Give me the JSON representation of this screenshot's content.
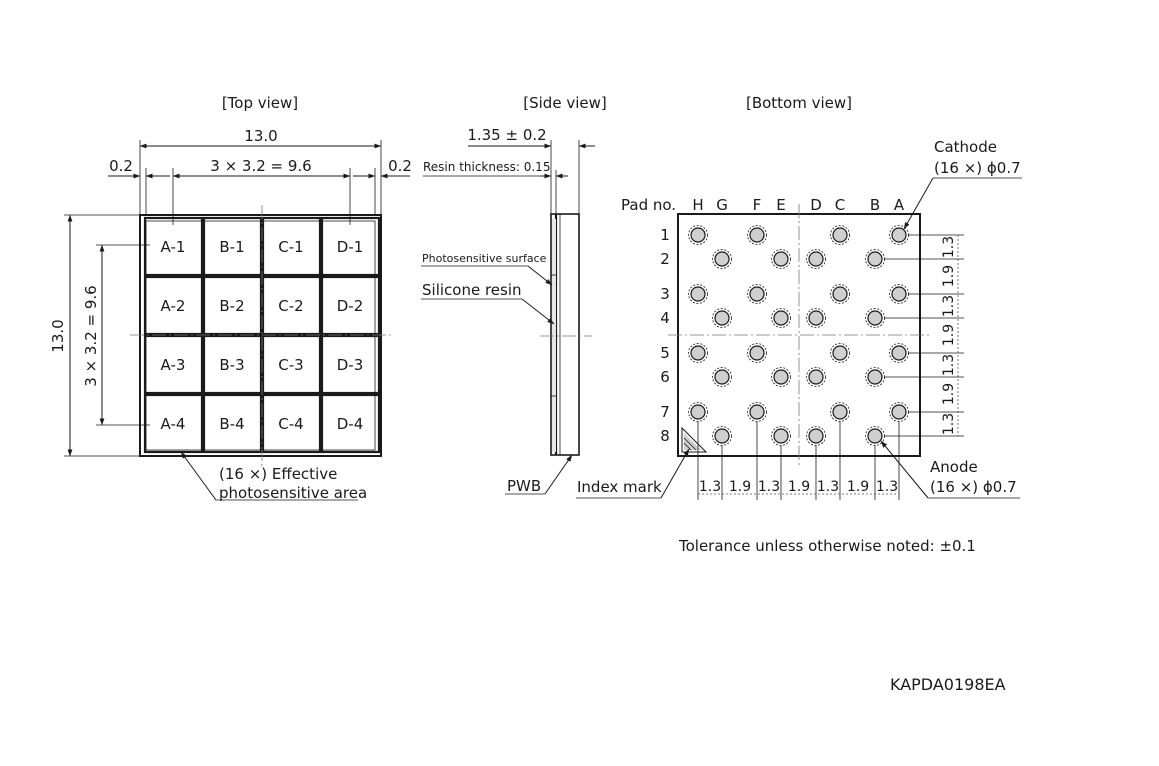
{
  "views": {
    "top": "[Top view]",
    "side": "[Side view]",
    "bottom": "[Bottom view]"
  },
  "top_view": {
    "width_total": "13.0",
    "height_total": "13.0",
    "edge_left": "0.2",
    "edge_right": "0.2",
    "pitch_h": "3 × 3.2 = 9.6",
    "pitch_v": "3 × 3.2 = 9.6",
    "cells": [
      "A-1",
      "B-1",
      "C-1",
      "D-1",
      "A-2",
      "B-2",
      "C-2",
      "D-2",
      "A-3",
      "B-3",
      "C-3",
      "D-3",
      "A-4",
      "B-4",
      "C-4",
      "D-4"
    ],
    "effective_area_line1": "(16 ×) Effective",
    "effective_area_line2": "photosensitive area"
  },
  "side_view": {
    "thickness": "1.35 ± 0.2",
    "resin_thickness": "Resin thickness: 0.15",
    "photosensitive_surface": "Photosensitive surface",
    "silicone_resin": "Silicone resin",
    "pwb": "PWB"
  },
  "bottom_view": {
    "pad_no_label": "Pad no.",
    "columns": [
      "H",
      "G",
      "F",
      "E",
      "D",
      "C",
      "B",
      "A"
    ],
    "rows": [
      "1",
      "2",
      "3",
      "4",
      "5",
      "6",
      "7",
      "8"
    ],
    "cathode_line1": "Cathode",
    "cathode_line2": "(16 ×) ϕ0.7",
    "anode_line1": "Anode",
    "anode_line2": "(16 ×) ϕ0.7",
    "index_mark": "Index mark",
    "pitch_x": [
      "1.3",
      "1.9",
      "1.3",
      "1.9",
      "1.3",
      "1.9",
      "1.3"
    ],
    "pitch_y": [
      "1.3",
      "1.9",
      "1.3",
      "1.9",
      "1.3",
      "1.9",
      "1.3"
    ]
  },
  "tolerance_note": "Tolerance unless otherwise noted: ±0.1",
  "drawing_code": "KAPDA0198EA"
}
